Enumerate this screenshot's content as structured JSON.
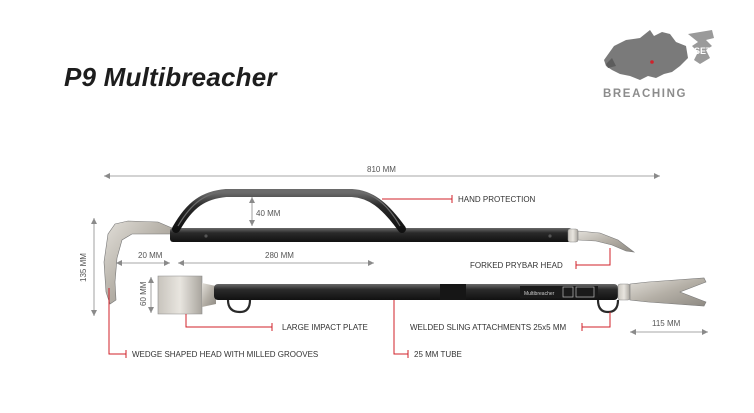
{
  "title": "P9 Multibreacher",
  "brand": {
    "logo_text": "SET",
    "name": "BREACHING"
  },
  "dimensions": {
    "overall_length": "810 MM",
    "handle_height": "40 MM",
    "hook_offset": "20 MM",
    "hook_to_handle": "280 MM",
    "total_height": "135 MM",
    "head_width": "60 MM",
    "fork_length": "115 MM"
  },
  "callouts": {
    "hand_protection": "HAND PROTECTION",
    "forked_prybar_head": "FORKED PRYBAR HEAD",
    "large_impact_plate": "LARGE IMPACT PLATE",
    "welded_sling": "WELDED SLING ATTACHMENTS 25x5 MM",
    "wedge_head": "WEDGE SHAPED HEAD WITH MILLED GROOVES",
    "tube": "25 MM TUBE"
  },
  "tool_label": "Multibreacher",
  "colors": {
    "accent": "#d0212a",
    "steel": "#b8b4ad",
    "tube": "#1e1e1e",
    "dim_line": "#888888"
  }
}
